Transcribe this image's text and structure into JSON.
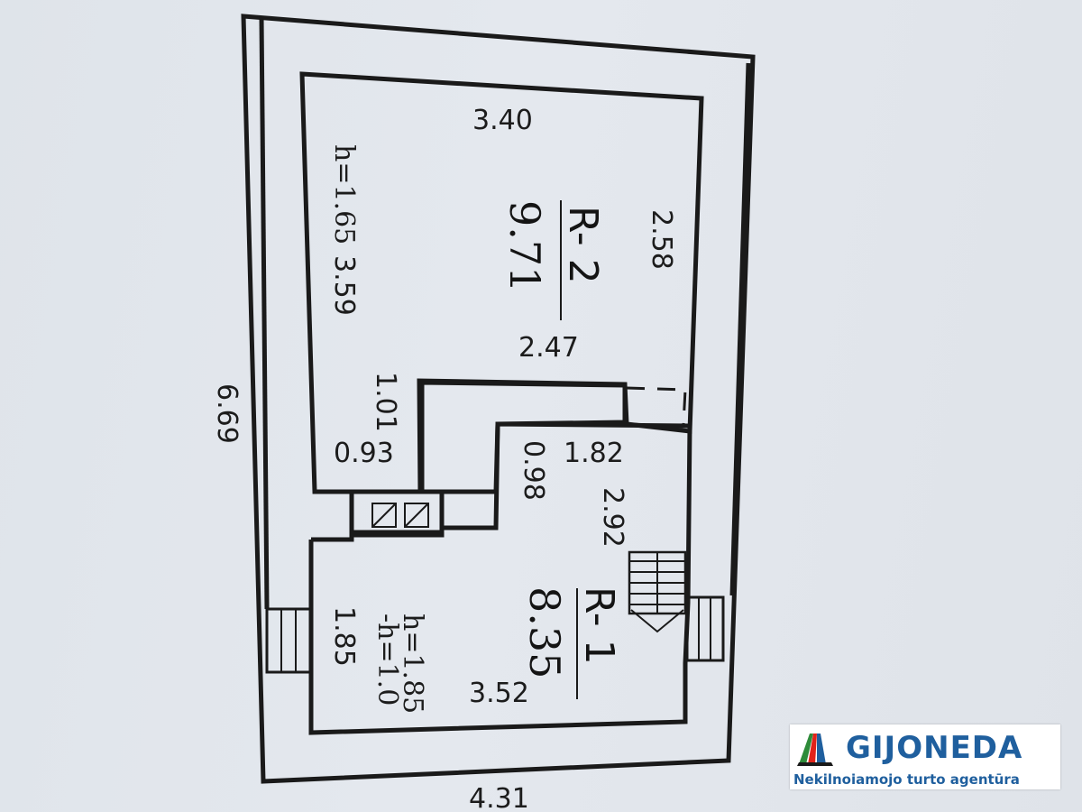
{
  "rooms": [
    {
      "id": "R- 2",
      "area": "9.71"
    },
    {
      "id": "R- 1",
      "area": "8.35"
    }
  ],
  "dimensions": {
    "outer_left": "6.69",
    "outer_bottom": "4.31",
    "r2_top": "3.40",
    "r2_left": "3.59",
    "r2_right": "2.58",
    "r2_bottom": "2.47",
    "r2_height_note": "h=1.65",
    "stair_left": "1.01",
    "stair_bottom": "0.93",
    "stair_inner": "0.98",
    "r1_top": "1.82",
    "r1_right": "2.92",
    "r1_left": "1.85",
    "r1_bottom": "3.52",
    "r1_height_note": "h=1.85",
    "r1_height_note2": "-h=1.0"
  },
  "logo": {
    "brand": "GIJONEDA",
    "tagline": "Nekilnoiamojo turto agentūra",
    "mark_colors": [
      "#2e8b3a",
      "#e2231a",
      "#1f5f9e"
    ]
  }
}
